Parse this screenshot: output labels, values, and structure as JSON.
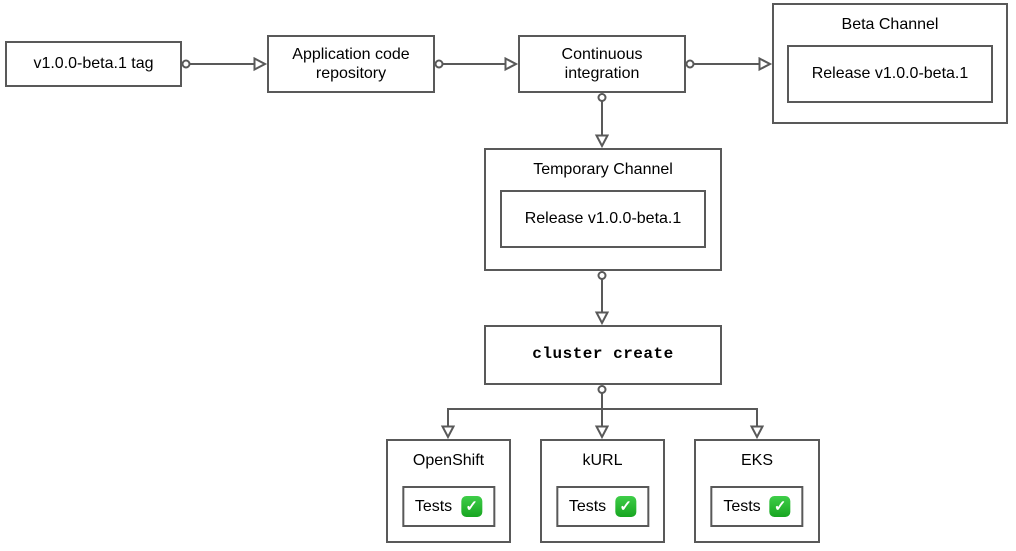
{
  "diagram": {
    "background": "#ffffff",
    "stroke_color": "#595959",
    "text_color": "#000000",
    "nodes": {
      "tag": {
        "label": "v1.0.0-beta.1 tag"
      },
      "repository": {
        "label": "Application code repository"
      },
      "ci": {
        "label": "Continuous integration"
      },
      "beta_channel": {
        "title": "Beta Channel",
        "release_label": "Release v1.0.0-beta.1"
      },
      "temporary_channel": {
        "title": "Temporary Channel",
        "release_label": "Release v1.0.0-beta.1"
      },
      "cluster_create": {
        "label": "cluster create"
      },
      "platforms": [
        {
          "title": "OpenShift",
          "tests_label": "Tests",
          "status_icon": "check-mark-button",
          "check_glyph": "✓"
        },
        {
          "title": "kURL",
          "tests_label": "Tests",
          "status_icon": "check-mark-button",
          "check_glyph": "✓"
        },
        {
          "title": "EKS",
          "tests_label": "Tests",
          "status_icon": "check-mark-button",
          "check_glyph": "✓"
        }
      ]
    },
    "status_colors": {
      "check_green_top": "#3fce49",
      "check_green_bottom": "#17a520",
      "check_mark_color": "#ffffff"
    }
  }
}
